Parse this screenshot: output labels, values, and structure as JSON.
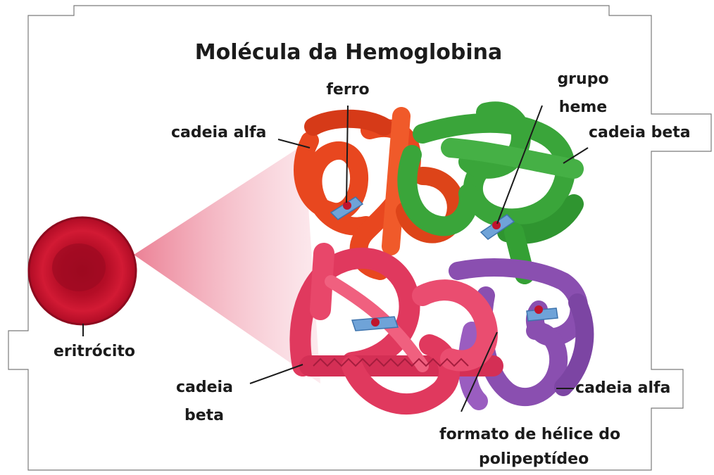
{
  "title": "Molécula da Hemoglobina",
  "labels": {
    "ferro": "ferro",
    "grupo_heme_line1": "grupo",
    "grupo_heme_line2": "heme",
    "cadeia_alfa_top": "cadeia alfa",
    "cadeia_beta_top": "cadeia beta",
    "eritrocito": "eritrócito",
    "cadeia_beta_bottom_line1": "cadeia",
    "cadeia_beta_bottom_line2": "beta",
    "cadeia_alfa_bottom": "cadeia alfa",
    "helice_line1": "formato de hélice do",
    "helice_line2": "polipeptídeo"
  },
  "colors": {
    "alpha_chain_top": "#e8471f",
    "beta_chain_top": "#3aa53a",
    "beta_chain_bottom": "#e0395e",
    "alpha_chain_bottom": "#8a4fb0",
    "erythrocyte": "#c8102e",
    "heme": "#6fa3d8",
    "iron": "#c0142c"
  }
}
